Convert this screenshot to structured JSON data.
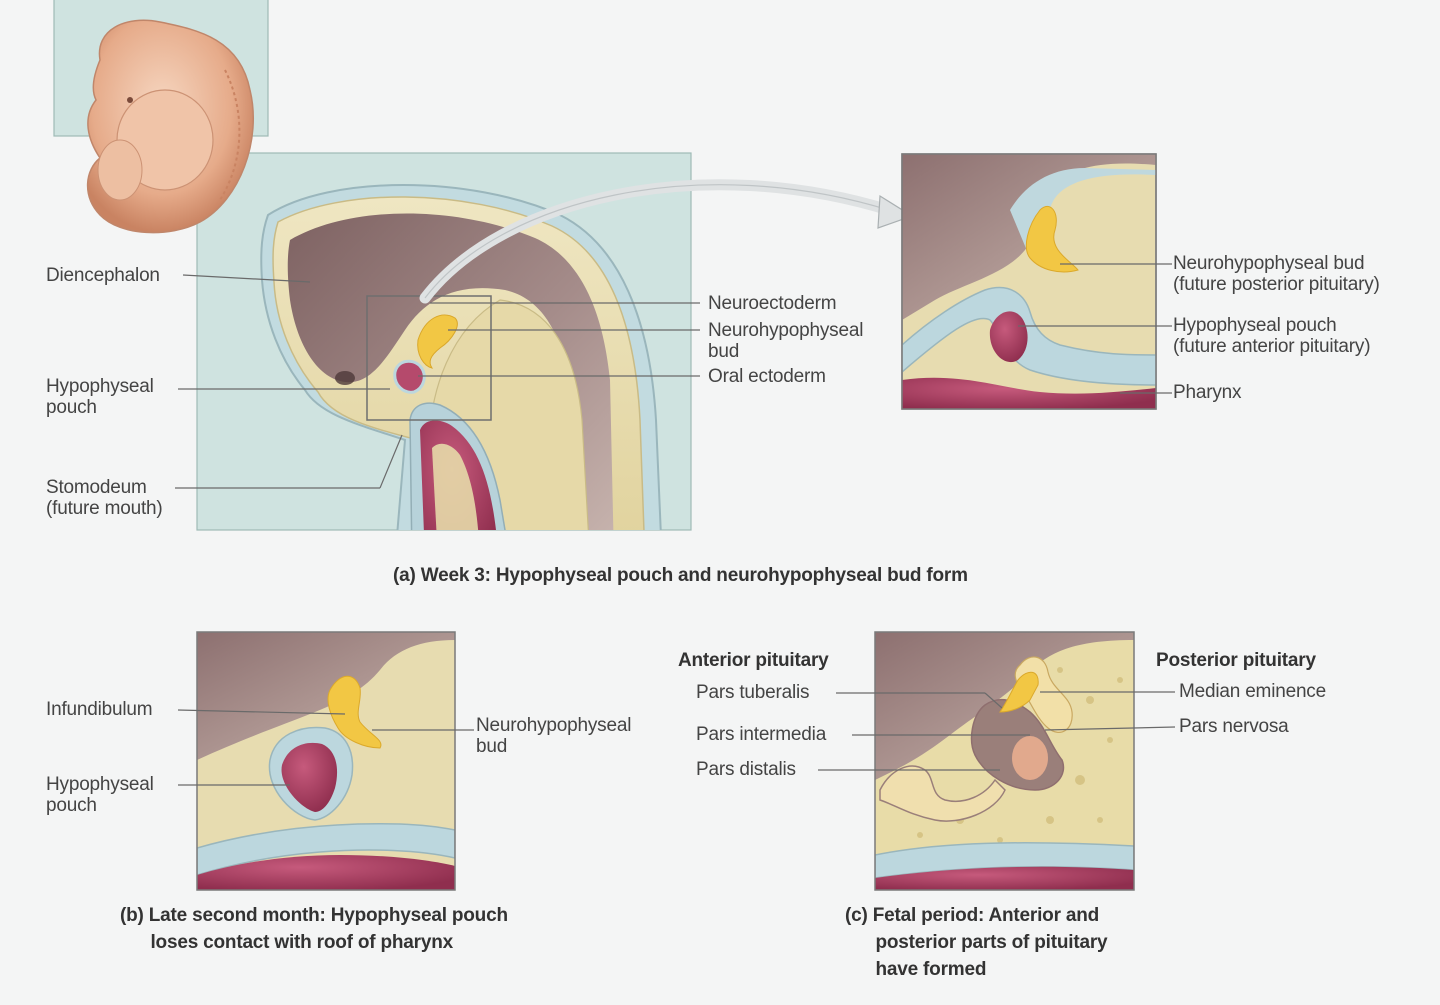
{
  "panel_a": {
    "labels": {
      "diencephalon": "Diencephalon",
      "hypophyseal_pouch": "Hypophyseal\npouch",
      "stomodeum": "Stomodeum\n(future mouth)",
      "neuroectoderm": "Neuroectoderm",
      "neurohypophyseal_bud": "Neurohypophyseal\nbud",
      "oral_ectoderm": "Oral ectoderm"
    },
    "caption": "(a) Week 3: Hypophyseal pouch and neurohypophyseal bud form"
  },
  "panel_a_detail": {
    "labels": {
      "neurohypophyseal_bud": "Neurohypophyseal bud\n(future posterior pituitary)",
      "hypophyseal_pouch": "Hypophyseal pouch\n(future anterior pituitary)",
      "pharynx": "Pharynx"
    }
  },
  "panel_b": {
    "labels": {
      "infundibulum": "Infundibulum",
      "hypophyseal_pouch": "Hypophyseal\npouch",
      "neurohypophyseal_bud": "Neurohypophyseal\nbud"
    },
    "caption": "(b) Late second month: Hypophyseal pouch\n      loses contact with roof of pharynx"
  },
  "panel_c": {
    "headings": {
      "anterior": "Anterior pituitary",
      "posterior": "Posterior pituitary"
    },
    "labels": {
      "pars_tuberalis": "Pars tuberalis",
      "pars_intermedia": "Pars intermedia",
      "pars_distalis": "Pars distalis",
      "median_eminence": "Median eminence",
      "pars_nervosa": "Pars nervosa"
    },
    "caption": "(c) Fetal period: Anterior and\n      posterior parts of pituitary\n      have formed"
  },
  "colors": {
    "background": "#f4f5f5",
    "panel_teal": "#cfe3e0",
    "brain_mauve": "#8e7272",
    "tissue_cream": "#e8dcae",
    "neuro_yellow": "#f2c744",
    "pouch_pink": "#b54a6c",
    "ectoderm_blue": "#bcd7de",
    "embryo_skin": "#e9b99a"
  }
}
